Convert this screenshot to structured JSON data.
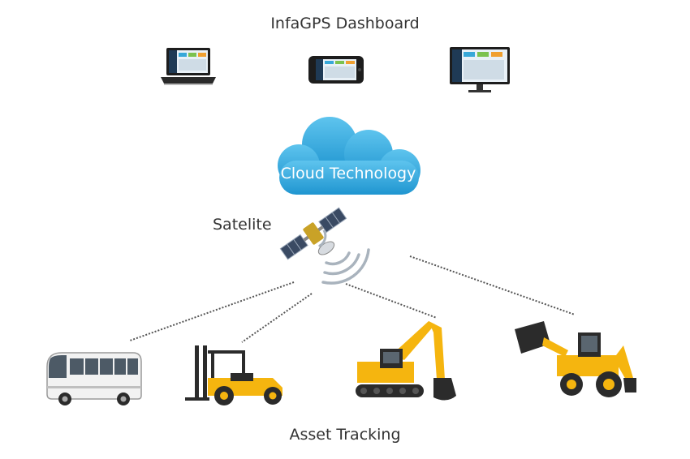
{
  "diagram": {
    "title": "InfaGPS Dashboard",
    "cloud_label": "Cloud Technology",
    "satellite_label": "Satelite",
    "footer": "Asset Tracking"
  },
  "colors": {
    "cloud": "#2fa8de",
    "machine_yellow": "#f5b50f",
    "machine_dark": "#2b2b2b",
    "link_line": "#555555",
    "text": "#333333"
  },
  "icons": {
    "devices": [
      "laptop-icon",
      "phone-icon",
      "monitor-icon"
    ],
    "cloud": "cloud-icon",
    "satellite": "satellite-icon",
    "signal": "signal-waves-icon",
    "assets": [
      "bus-icon",
      "forklift-icon",
      "excavator-icon",
      "backhoe-loader-icon"
    ]
  }
}
